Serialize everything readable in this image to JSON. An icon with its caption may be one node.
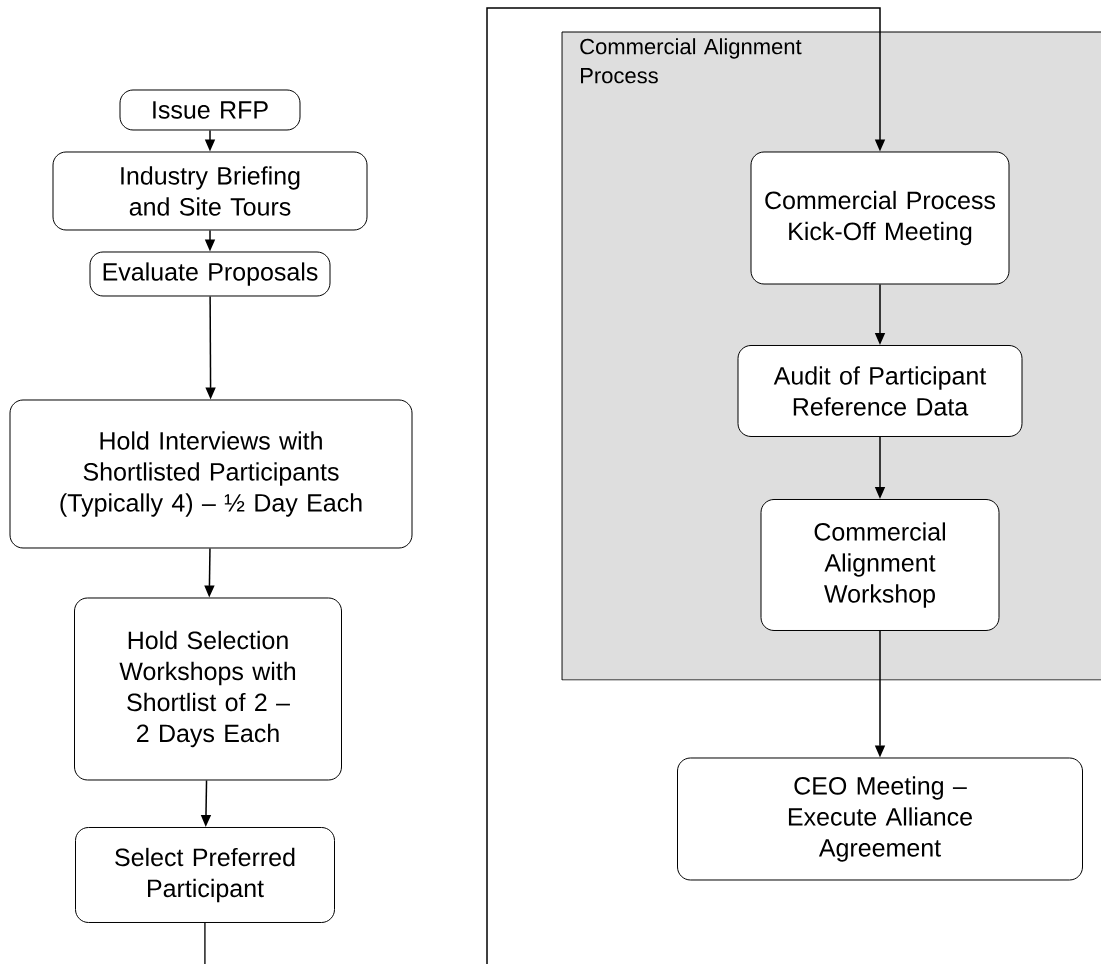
{
  "diagram": {
    "nodes": [
      {
        "text": [
          "Issue RFP"
        ]
      },
      {
        "text": [
          "Industry Briefing and Site Tours"
        ]
      },
      {
        "text": [
          "Evaluate Proposals"
        ]
      },
      {
        "text": [
          "Hold Interviews with Shortlisted Participants (Typically 4) – ½ Day Each"
        ]
      },
      {
        "text": [
          "Hold Selection Workshops with Shortlist of 2 – 2 Days Each"
        ]
      },
      {
        "text": [
          "Select Preferred Participant"
        ]
      },
      {
        "text": [
          "Commercial Alignment Process"
        ]
      },
      {
        "text": [
          "Commercial Process Kick-Off Meeting"
        ],
        "in": 6
      },
      {
        "text": [
          "Audit of Participant Reference Data"
        ],
        "in": 6
      },
      {
        "text": [
          "Commercial Alignment Workshop"
        ],
        "in": 6
      },
      {
        "text": [
          "CEO Meeting – Execute Alliance Agreement"
        ]
      }
    ],
    "edges": [
      {
        "from": 0,
        "to": 1,
        "arrow": "to"
      },
      {
        "from": 1,
        "to": 2,
        "arrow": "to"
      },
      {
        "from": 2,
        "to": 3,
        "arrow": "to"
      },
      {
        "from": 3,
        "to": 4,
        "arrow": "to"
      },
      {
        "from": 4,
        "to": 5,
        "arrow": "to"
      },
      {
        "from": 5,
        "to": null,
        "arrow": "none"
      },
      {
        "from": null,
        "to": 7,
        "arrow": "to"
      },
      {
        "from": 7,
        "to": 8,
        "arrow": "to"
      },
      {
        "from": 8,
        "to": 9,
        "arrow": "to"
      },
      {
        "from": 9,
        "to": 10,
        "arrow": "to"
      }
    ]
  }
}
